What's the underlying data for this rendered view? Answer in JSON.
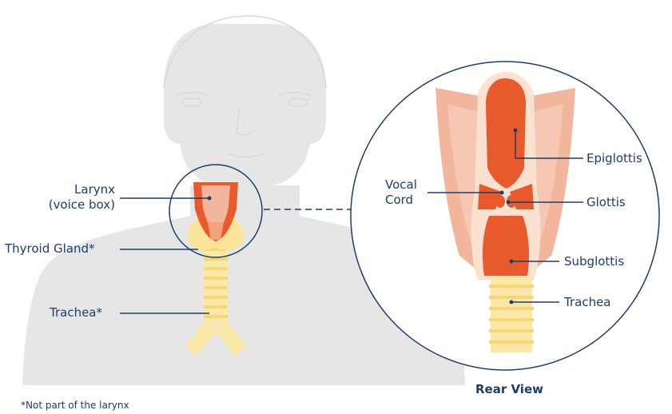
{
  "labels": {
    "larynx_line1": "Larynx",
    "larynx_line2": "(voice box)",
    "thyroid": "Thyroid Gland*",
    "trachea_left": "Trachea*",
    "vocal_line1": "Vocal",
    "vocal_line2": "Cord",
    "epiglottis": "Epiglottis",
    "glottis": "Glottis",
    "subglottis": "Subglottis",
    "trachea_right": "Trachea"
  },
  "caption": "Rear View",
  "footnote": "*Not part of the larynx",
  "colors": {
    "label_text": "#1e3d6b",
    "silhouette": "#e6e6e6",
    "larynx_orange": "#e85a2c",
    "larynx_pink": "#f2b69d",
    "trachea_yellow": "#fbe8a6",
    "thyroid_yellow": "#fbe39a"
  }
}
